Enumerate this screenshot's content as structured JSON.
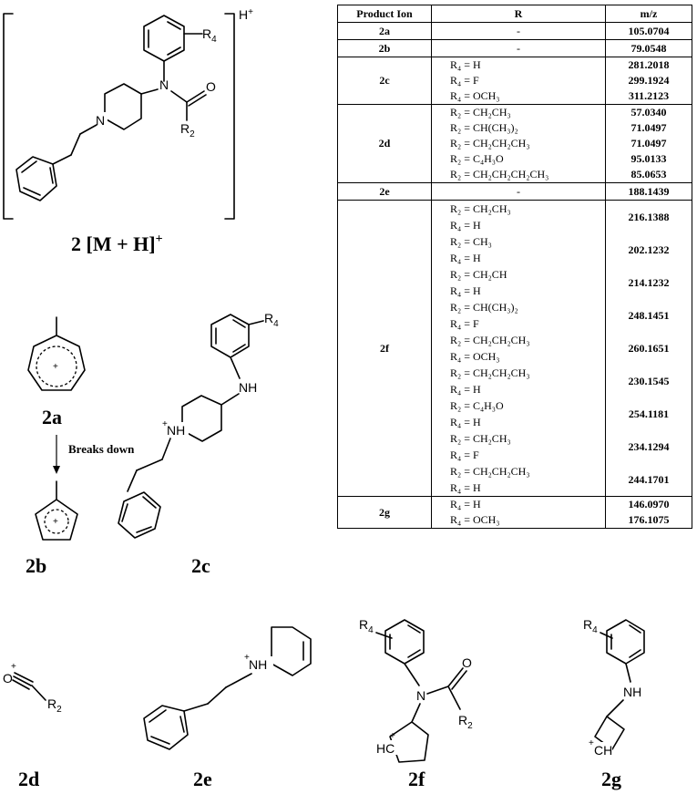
{
  "table": {
    "headers": {
      "ion": "Product Ion",
      "r": "R",
      "mz": "m/z"
    },
    "groups": [
      {
        "ion": "2a",
        "rows": [
          {
            "r": [
              "-"
            ],
            "mz": "105.0704"
          }
        ]
      },
      {
        "ion": "2b",
        "rows": [
          {
            "r": [
              "-"
            ],
            "mz": "79.0548"
          }
        ]
      },
      {
        "ion": "2c",
        "rows": [
          {
            "r": [
              "R₄ = H"
            ],
            "mz": "281.2018"
          },
          {
            "r": [
              "R₄ = F"
            ],
            "mz": "299.1924"
          },
          {
            "r": [
              "R₄ = OCH₃"
            ],
            "mz": "311.2123"
          }
        ]
      },
      {
        "ion": "2d",
        "rows": [
          {
            "r": [
              "R₂ = CH₂CH₃"
            ],
            "mz": "57.0340"
          },
          {
            "r": [
              "R₂ = CH(CH₃)₂"
            ],
            "mz": "71.0497"
          },
          {
            "r": [
              "R₂ = CH₂CH₂CH₃"
            ],
            "mz": "71.0497"
          },
          {
            "r": [
              "R₂ = C₄H₃O"
            ],
            "mz": "95.0133"
          },
          {
            "r": [
              "R₂ = CH₂CH₂CH₂CH₃"
            ],
            "mz": "85.0653"
          }
        ]
      },
      {
        "ion": "2e",
        "rows": [
          {
            "r": [
              "-"
            ],
            "mz": "188.1439"
          }
        ]
      },
      {
        "ion": "2f",
        "rows": [
          {
            "r": [
              "R₂ = CH₂CH₃",
              "R₄ = H"
            ],
            "mz": "216.1388"
          },
          {
            "r": [
              "R₂ = CH₃",
              "R₄ = H"
            ],
            "mz": "202.1232"
          },
          {
            "r": [
              "R₂ = CH₂CH",
              "R₄ = H"
            ],
            "mz": "214.1232"
          },
          {
            "r": [
              "R₂ = CH(CH₃)₂",
              "R₄ = F"
            ],
            "mz": "248.1451"
          },
          {
            "r": [
              "R₂ = CH₂CH₂CH₃",
              "R₄ = OCH₃"
            ],
            "mz": "260.1651"
          },
          {
            "r": [
              "R₂ = CH₂CH₂CH₃",
              "R₄ = H"
            ],
            "mz": "230.1545"
          },
          {
            "r": [
              "R₂ = C₄H₃O",
              "R₄ = H"
            ],
            "mz": "254.1181"
          },
          {
            "r": [
              "R₂ = CH₂CH₃",
              "R₄ = F"
            ],
            "mz": "234.1294"
          },
          {
            "r": [
              "R₂ = CH₂CH₂CH₃",
              "R₄ = H"
            ],
            "mz": "244.1701"
          }
        ]
      },
      {
        "ion": "2g",
        "rows": [
          {
            "r": [
              "R₄ = H"
            ],
            "mz": "146.0970"
          },
          {
            "r": [
              "R₄ = OCH₃"
            ],
            "mz": "176.1075"
          }
        ]
      }
    ]
  },
  "structures": {
    "parent": {
      "label": "2 [M + H]",
      "label_sup": "+",
      "bracket_charge": "H",
      "bracket_charge_sup": "+",
      "r4": "R",
      "r4_sub": "4",
      "r2": "R",
      "r2_sub": "2",
      "n_amide": "N",
      "o": "O",
      "n_pip": "N"
    },
    "s2a": {
      "label": "2a",
      "charge": "+"
    },
    "s2b": {
      "label": "2b",
      "charge": "+"
    },
    "arrow_text": "Breaks down",
    "s2c": {
      "label": "2c",
      "nh_top": "NH",
      "nh_ring": "NH",
      "plus": "+",
      "r4": "R",
      "r4_sub": "4"
    },
    "s2d": {
      "label": "2d",
      "o": "O",
      "plus": "+",
      "r2": "R",
      "r2_sub": "2"
    },
    "s2e": {
      "label": "2e",
      "nh": "NH",
      "plus": "+"
    },
    "s2f": {
      "label": "2f",
      "r4": "R",
      "r4_sub": "4",
      "n": "N",
      "o": "O",
      "r2": "R",
      "r2_sub": "2",
      "hc": "HC",
      "plus": "+"
    },
    "s2g": {
      "label": "2g",
      "r4": "R",
      "r4_sub": "4",
      "nh": "NH",
      "ch": "CH",
      "plus": "+"
    }
  }
}
